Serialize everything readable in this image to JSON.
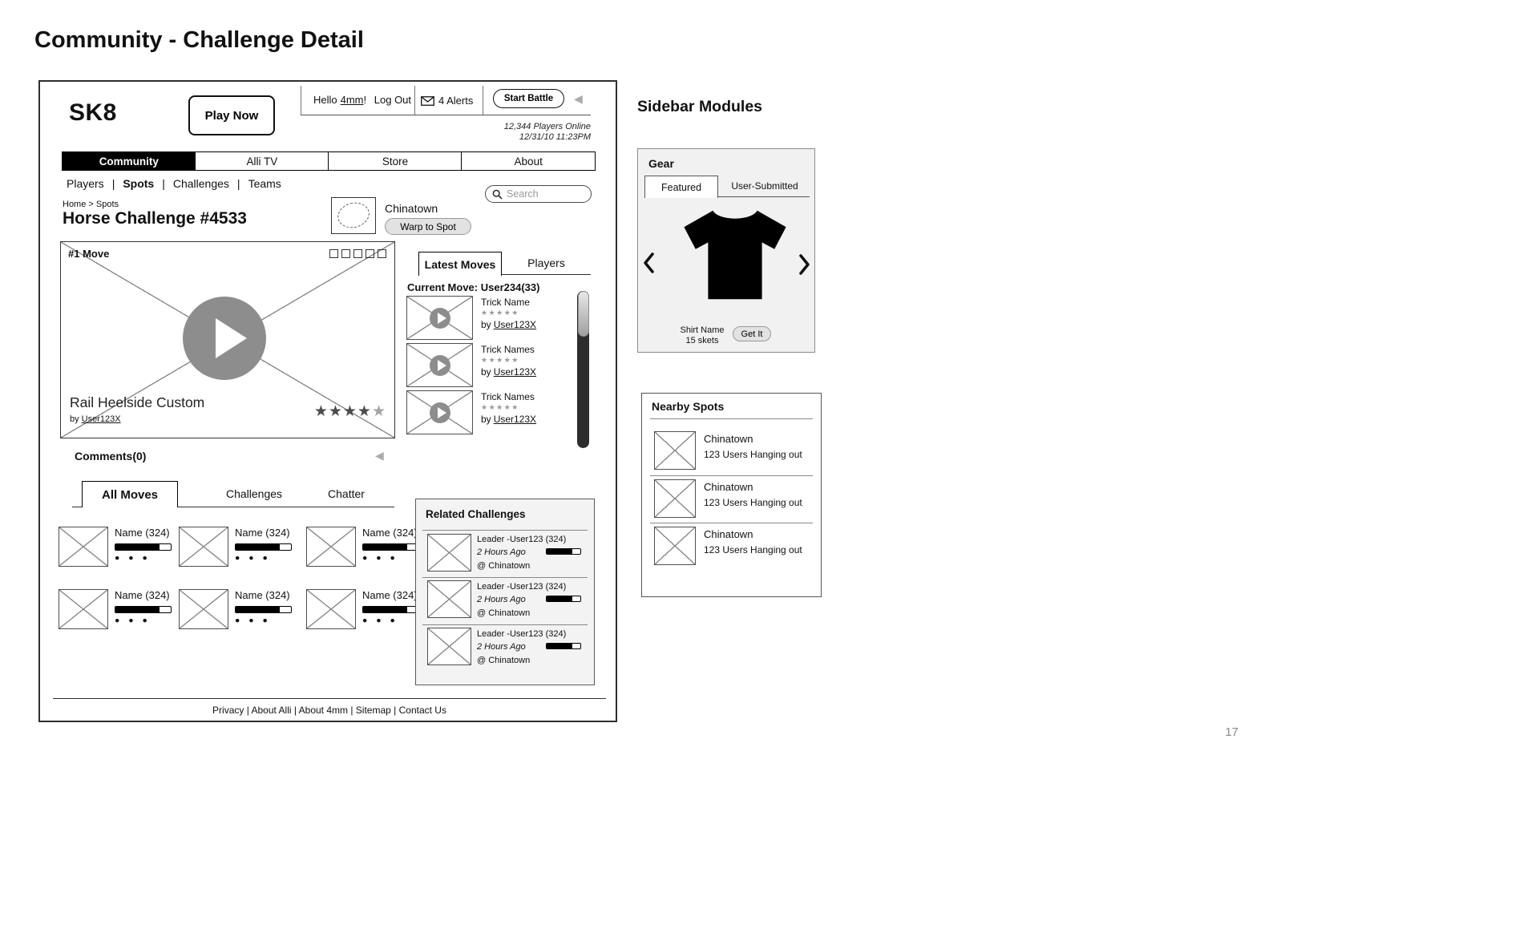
{
  "page": {
    "title": "Community - Challenge Detail",
    "page_number": "17"
  },
  "icons": {
    "stars_five": "★★★★★",
    "stars_four": "★★★★",
    "star": "★",
    "dots": "● ● ●",
    "back_triangle": "◀"
  },
  "header": {
    "logo": "SK8",
    "play_now": "Play Now",
    "greeting_pre": "Hello",
    "greeting_user": "4mm",
    "greeting_post": "!",
    "logout": "Log Out",
    "alerts": "4 Alerts",
    "start_battle": "Start Battle",
    "players_online": "12,344 Players  Online",
    "datetime": "12/31/10  11:23PM"
  },
  "nav": {
    "separator": "|",
    "items": [
      {
        "label": "Community"
      },
      {
        "label": "Alli TV"
      },
      {
        "label": "Store"
      },
      {
        "label": "About"
      }
    ],
    "sub_items": [
      {
        "label": "Players"
      },
      {
        "label": "Spots"
      },
      {
        "label": "Challenges"
      },
      {
        "label": "Teams"
      }
    ],
    "search_placeholder": "Search"
  },
  "content": {
    "breadcrumb": "Home > Spots",
    "title": "Horse Challenge #4533",
    "spot_name": "Chinatown",
    "warp_button": "Warp to Spot",
    "video": {
      "badge": "#1 Move",
      "title": "Rail Heelside Custom",
      "by_pre": "by",
      "by_user": "User123X"
    },
    "latest_moves": {
      "tab_active": "Latest Moves",
      "tab_inactive": "Players",
      "current": "Current Move: User234(33)",
      "items": [
        {
          "title": "Trick Name",
          "by_pre": "by",
          "by_user": "User123X"
        },
        {
          "title": "Trick Names",
          "by_pre": "by",
          "by_user": "User123X"
        },
        {
          "title": "Trick Names",
          "by_pre": "by",
          "by_user": "User123X"
        }
      ]
    },
    "comments_label": "Comments(0)",
    "moves_tabs": {
      "active": "All Moves",
      "tab2": "Challenges",
      "tab3": "Chatter"
    },
    "moves_grid": [
      {
        "name": "Name (324)"
      },
      {
        "name": "Name (324)"
      },
      {
        "name": "Name (324)"
      },
      {
        "name": "Name (324)"
      },
      {
        "name": "Name (324)"
      },
      {
        "name": "Name (324)"
      }
    ],
    "related": {
      "title": "Related Challenges",
      "items": [
        {
          "leader": "Leader -User123 (324)",
          "time": "2 Hours Ago",
          "location": "@ Chinatown"
        },
        {
          "leader": "Leader -User123 (324)",
          "time": "2 Hours Ago",
          "location": "@ Chinatown"
        },
        {
          "leader": "Leader -User123 (324)",
          "time": "2 Hours Ago",
          "location": "@ Chinatown"
        }
      ]
    },
    "footer_links": "Privacy | About Alli | About 4mm | Sitemap | Contact Us"
  },
  "sidebar": {
    "title": "Sidebar Modules",
    "gear": {
      "title": "Gear",
      "tab_active": "Featured",
      "tab_inactive": "User-Submitted",
      "item_name": "Shirt Name",
      "item_price": "15 skets",
      "buy_button": "Get It"
    },
    "nearby": {
      "title": "Nearby Spots",
      "items": [
        {
          "name": "Chinatown",
          "status": "123 Users Hanging out"
        },
        {
          "name": "Chinatown",
          "status": "123 Users Hanging out"
        },
        {
          "name": "Chinatown",
          "status": "123 Users Hanging out"
        }
      ]
    }
  }
}
